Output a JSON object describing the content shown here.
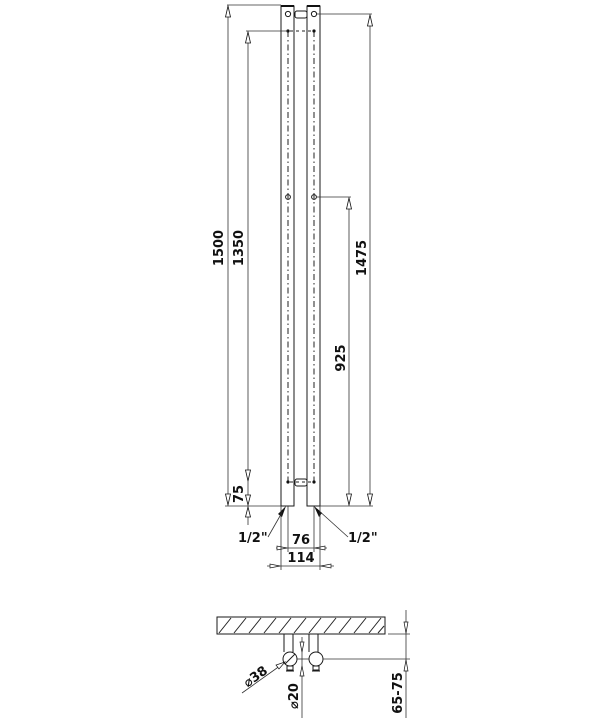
{
  "drawing": {
    "front_view": {
      "dimensions": {
        "overall_height": "1500",
        "bracket_spacing_height": "1350",
        "connection_height": "1475",
        "mid_bracket_height": "925",
        "bottom_offset": "75",
        "pipe_centers": "76",
        "overall_width": "114",
        "inlet_left": "1/2\"",
        "inlet_right": "1/2\""
      }
    },
    "side_view": {
      "dimensions": {
        "tube_diameter": "⌀38",
        "pipe_diameter": "⌀20",
        "wall_distance": "65-75"
      }
    }
  }
}
